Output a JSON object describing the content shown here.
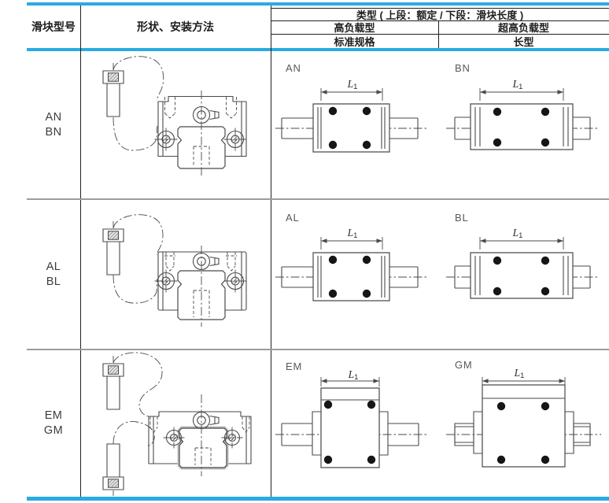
{
  "table": {
    "header": {
      "col_model": "滑块型号",
      "col_shape": "形状、安装方法",
      "col_type": "类型 ( 上段：额定 / 下段：滑块长度 )",
      "high_load": "高负载型",
      "super_high_load": "超高负载型",
      "standard_spec": "标准规格",
      "long_type": "长型"
    },
    "rows": [
      {
        "model_top": "AN",
        "model_bottom": "BN",
        "standard_cell_label": "AN",
        "long_cell_label": "BN"
      },
      {
        "model_top": "AL",
        "model_bottom": "BL",
        "standard_cell_label": "AL",
        "long_cell_label": "BL"
      },
      {
        "model_top": "EM",
        "model_bottom": "GM",
        "standard_cell_label": "EM",
        "long_cell_label": "GM"
      }
    ],
    "dimension_label": {
      "symbol": "L",
      "subscript": "1"
    }
  },
  "colors": {
    "accent_cyan": "#29ABE2",
    "row_separator_gray": "#9C9C9C",
    "table_line_black": "#231F20",
    "drawing_stroke": "#4A4A4A"
  }
}
